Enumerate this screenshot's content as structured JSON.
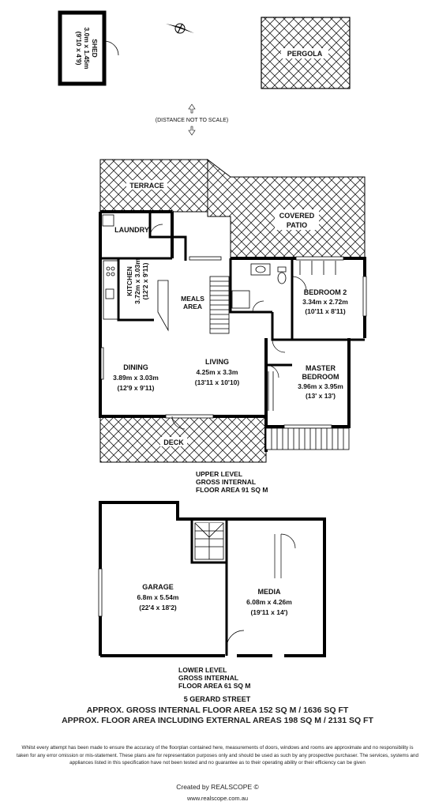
{
  "shed": {
    "name": "SHED",
    "size_m": "3.0m x 1.45m",
    "size_ft": "(9'10 x 4'9)"
  },
  "pergola": {
    "name": "PERGOLA"
  },
  "distance_note": "(DISTANCE NOT TO SCALE)",
  "upper": {
    "terrace": "TERRACE",
    "covered_patio": [
      "COVERED",
      "PATIO"
    ],
    "laundry": "LAUNDRY",
    "kitchen": {
      "name": "KITCHEN",
      "size_m": "3.72m x 3.03m",
      "size_ft": "(12'2 x 9'11)"
    },
    "meals": [
      "MEALS",
      "AREA"
    ],
    "bedroom2": {
      "name": "BEDROOM 2",
      "size_m": "3.34m x 2.72m",
      "size_ft": "(10'11 x 8'11)"
    },
    "dining": {
      "name": "DINING",
      "size_m": "3.89m x 3.03m",
      "size_ft": "(12'9 x 9'11)"
    },
    "living": {
      "name": "LIVING",
      "size_m": "4.25m x 3.3m",
      "size_ft": "(13'11 x 10'10)"
    },
    "master": {
      "name1": "MASTER",
      "name2": "BEDROOM",
      "size_m": "3.96m x 3.95m",
      "size_ft": "(13' x 13')"
    },
    "deck": "DECK",
    "caption": [
      "UPPER LEVEL",
      "GROSS INTERNAL",
      "FLOOR AREA 91 SQ M"
    ]
  },
  "lower": {
    "garage": {
      "name": "GARAGE",
      "size_m": "6.8m x 5.54m",
      "size_ft": "(22'4 x 18'2)"
    },
    "media": {
      "name": "MEDIA",
      "size_m": "6.08m x 4.26m",
      "size_ft": "(19'11 x 14')"
    },
    "caption": [
      "LOWER LEVEL",
      "GROSS INTERNAL",
      "FLOOR AREA 61 SQ M"
    ]
  },
  "address": "5 GERARD STREET",
  "summary": {
    "line1": "APPROX. GROSS INTERNAL FLOOR AREA 152 SQ M / 1636 SQ FT",
    "line2": "APPROX. FLOOR AREA INCLUDING EXTERNAL AREAS 198 SQ M / 2131 SQ FT"
  },
  "disclaimer": "Whilst every attempt has been made to ensure the accuracy of the floorplan contained here, measurements of doors, windows and rooms are approximate and no responsibility is taken for any error omission or mis-statement. These plans are for representation purposes only and should be used as such by any prospective purchaser. The services, systems and appliances listed in this specification have not been tested and no guarantee as to their operating ability or their efficiency can be given",
  "credit": "Created by REALSCOPE ©",
  "website": "www.realscope.com.au"
}
